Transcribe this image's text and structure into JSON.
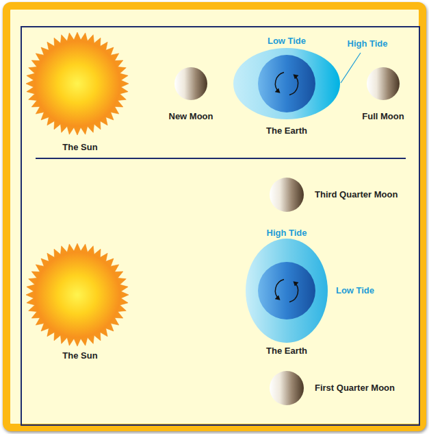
{
  "diagram": {
    "nodes": [
      {
        "text": [
          "The Sun"
        ]
      },
      {
        "text": [
          "New Moon"
        ]
      },
      {
        "text": [
          "The Earth"
        ]
      },
      {
        "text": [
          "Full Moon"
        ]
      },
      {
        "text": [
          "Third Quarter Moon"
        ]
      },
      {
        "text": [
          "The Sun"
        ]
      },
      {
        "text": [
          "The Earth"
        ]
      },
      {
        "text": [
          "First Quarter Moon"
        ]
      }
    ],
    "labels": [
      "Low Tide",
      "High Tide",
      "High Tide",
      "Low Tide"
    ]
  }
}
